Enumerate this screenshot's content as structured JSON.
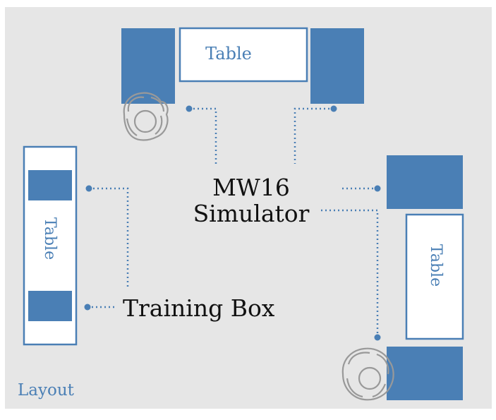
{
  "diagram": {
    "table_label": "Table",
    "simulator_line1": "MW16",
    "simulator_line2": "Simulator",
    "training_box_label": "Training Box",
    "layout_label": "Layout"
  },
  "colors": {
    "background": "#e6e6e6",
    "box_fill": "#4a7fb5",
    "box_border": "#4a7fb5",
    "table_fill": "#ffffff",
    "connector": "#4a7fb5",
    "label_blue": "#4a7fb5",
    "label_dark": "#111111",
    "person_stroke": "#999999"
  },
  "icons": {
    "person": "person-top-view-icon"
  }
}
